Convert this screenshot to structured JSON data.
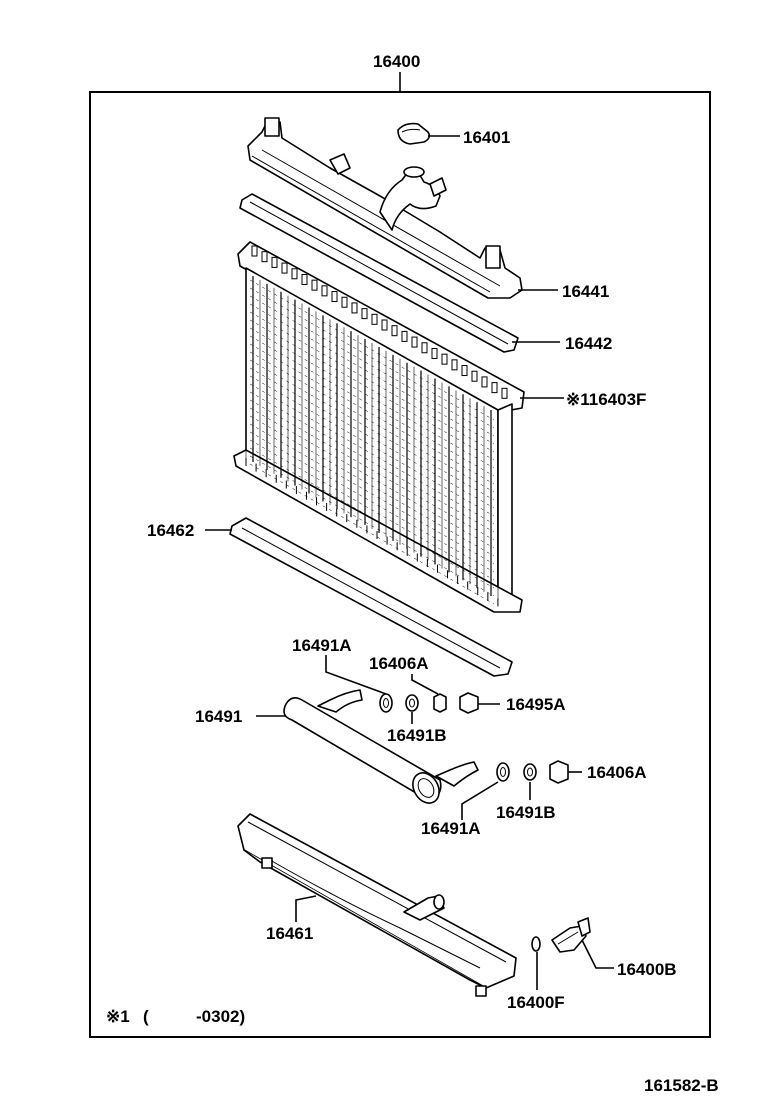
{
  "diagram": {
    "assembly_number": "16400",
    "figure_code": "161582-B",
    "footnote": {
      "mark": "※1",
      "open_paren": "(",
      "range": "-0302)"
    },
    "parts": [
      {
        "id": "p16401",
        "label": "16401"
      },
      {
        "id": "p16441",
        "label": "16441"
      },
      {
        "id": "p16442",
        "label": "16442"
      },
      {
        "id": "p16403F",
        "label": "※116403F"
      },
      {
        "id": "p16462",
        "label": "16462"
      },
      {
        "id": "p16491A_top",
        "label": "16491A"
      },
      {
        "id": "p16406A_top",
        "label": "16406A"
      },
      {
        "id": "p16495A",
        "label": "16495A"
      },
      {
        "id": "p16491",
        "label": "16491"
      },
      {
        "id": "p16491B_top",
        "label": "16491B"
      },
      {
        "id": "p16406A_right",
        "label": "16406A"
      },
      {
        "id": "p16491B_bot",
        "label": "16491B"
      },
      {
        "id": "p16491A_bot",
        "label": "16491A"
      },
      {
        "id": "p16461",
        "label": "16461"
      },
      {
        "id": "p16400B",
        "label": "16400B"
      },
      {
        "id": "p16400F",
        "label": "16400F"
      }
    ]
  }
}
